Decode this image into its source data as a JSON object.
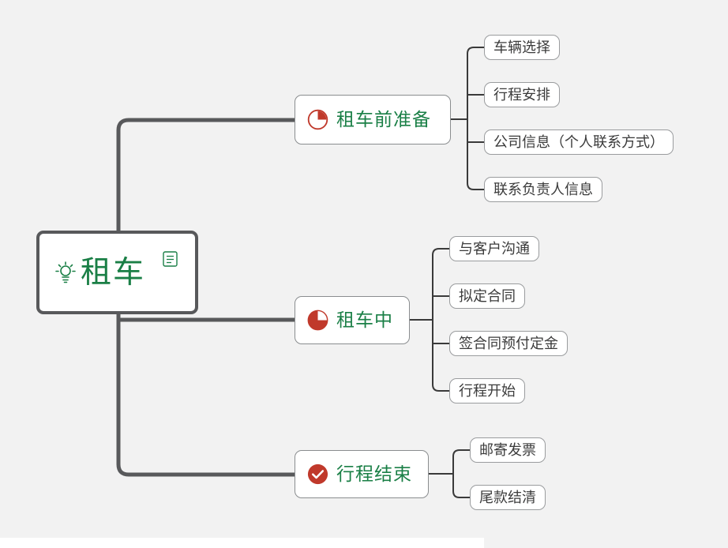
{
  "canvas": {
    "background_color": "#f2f2f2",
    "root_border_color": "#58595b",
    "accent_green": "#1a7f46",
    "accent_red": "#c0392b",
    "leaf_text_color": "#3b3b3b"
  },
  "root": {
    "label": "租车",
    "bulb_icon": "lightbulb-icon",
    "note_icon": "note-icon"
  },
  "branches": [
    {
      "id": "prep",
      "label": "租车前准备",
      "icon": "progress-quarter-icon",
      "progress_percent": 25,
      "children": [
        {
          "label": "车辆选择"
        },
        {
          "label": "行程安排"
        },
        {
          "label": "公司信息（个人联系方式）"
        },
        {
          "label": "联系负责人信息"
        }
      ]
    },
    {
      "id": "during",
      "label": "租车中",
      "icon": "progress-three-quarter-icon",
      "progress_percent": 75,
      "children": [
        {
          "label": "与客户沟通"
        },
        {
          "label": "拟定合同"
        },
        {
          "label": "签合同预付定金"
        },
        {
          "label": "行程开始"
        }
      ]
    },
    {
      "id": "end",
      "label": "行程结束",
      "icon": "check-circle-icon",
      "progress_percent": 100,
      "children": [
        {
          "label": "邮寄发票"
        },
        {
          "label": "尾款结清"
        }
      ]
    }
  ]
}
